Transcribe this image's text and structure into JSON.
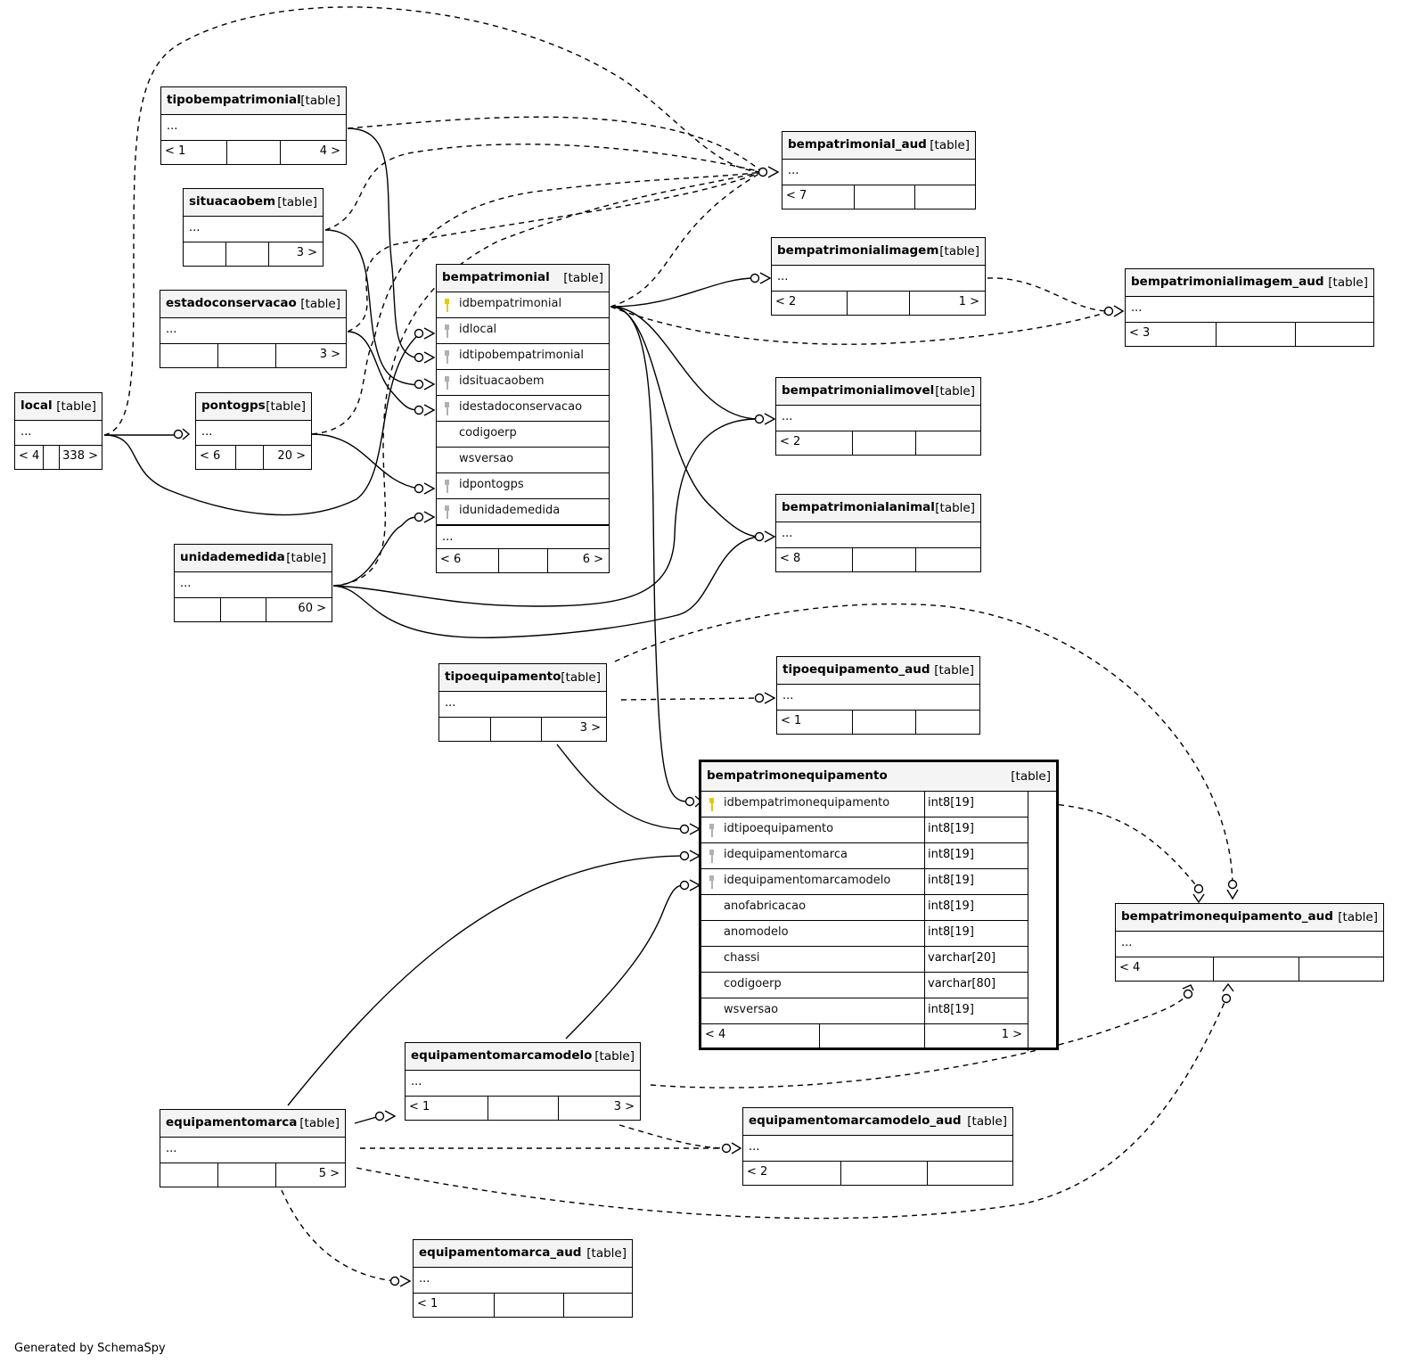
{
  "footer": "Generated by SchemaSpy",
  "tables": {
    "tipobempatrimonial": {
      "name": "tipobempatrimonial",
      "tag": "[table]",
      "ellipsis": "...",
      "left": "< 1",
      "right": "4 >"
    },
    "situacaobem": {
      "name": "situacaobem",
      "tag": "[table]",
      "ellipsis": "...",
      "left": "",
      "right": "3 >"
    },
    "estadoconservacao": {
      "name": "estadoconservacao",
      "tag": "[table]",
      "ellipsis": "...",
      "left": "",
      "right": "3 >"
    },
    "local": {
      "name": "local",
      "tag": "[table]",
      "ellipsis": "...",
      "left": "< 4",
      "right": "338 >"
    },
    "pontogps": {
      "name": "pontogps",
      "tag": "[table]",
      "ellipsis": "...",
      "left": "< 6",
      "right": "20 >"
    },
    "unidademedida": {
      "name": "unidademedida",
      "tag": "[table]",
      "ellipsis": "...",
      "left": "",
      "right": "60 >"
    },
    "bempatrimonial": {
      "name": "bempatrimonial",
      "tag": "[table]",
      "ellipsis": "...",
      "left": "< 6",
      "right": "6 >",
      "columns": [
        "idbempatrimonial",
        "idlocal",
        "idtipobempatrimonial",
        "idsituacaobem",
        "idestadoconservacao",
        "codigoerp",
        "wsversao",
        "idpontogps",
        "idunidademedida"
      ]
    },
    "bempatrimonial_aud": {
      "name": "bempatrimonial_aud",
      "tag": "[table]",
      "ellipsis": "...",
      "left": "< 7",
      "right": ""
    },
    "bempatrimonialimagem": {
      "name": "bempatrimonialimagem",
      "tag": "[table]",
      "ellipsis": "...",
      "left": "< 2",
      "right": "1 >"
    },
    "bempatrimonialimagem_aud": {
      "name": "bempatrimonialimagem_aud",
      "tag": "[table]",
      "ellipsis": "...",
      "left": "< 3",
      "right": ""
    },
    "bempatrimonialimovel": {
      "name": "bempatrimonialimovel",
      "tag": "[table]",
      "ellipsis": "...",
      "left": "< 2",
      "right": ""
    },
    "bempatrimonialanimal": {
      "name": "bempatrimonialanimal",
      "tag": "[table]",
      "ellipsis": "...",
      "left": "< 8",
      "right": ""
    },
    "tipoequipamento": {
      "name": "tipoequipamento",
      "tag": "[table]",
      "ellipsis": "...",
      "left": "",
      "right": "3 >"
    },
    "tipoequipamento_aud": {
      "name": "tipoequipamento_aud",
      "tag": "[table]",
      "ellipsis": "...",
      "left": "< 1",
      "right": ""
    },
    "bempatrimonequipamento": {
      "name": "bempatrimonequipamento",
      "tag": "[table]",
      "left": "< 4",
      "right": "1 >",
      "columns": [
        {
          "name": "idbempatrimonequipamento",
          "type": "int8[19]"
        },
        {
          "name": "idtipoequipamento",
          "type": "int8[19]"
        },
        {
          "name": "idequipamentomarca",
          "type": "int8[19]"
        },
        {
          "name": "idequipamentomarcamodelo",
          "type": "int8[19]"
        },
        {
          "name": "anofabricacao",
          "type": "int8[19]"
        },
        {
          "name": "anomodelo",
          "type": "int8[19]"
        },
        {
          "name": "chassi",
          "type": "varchar[20]"
        },
        {
          "name": "codigoerp",
          "type": "varchar[80]"
        },
        {
          "name": "wsversao",
          "type": "int8[19]"
        }
      ]
    },
    "bempatrimonequipamento_aud": {
      "name": "bempatrimonequipamento_aud",
      "tag": "[table]",
      "ellipsis": "...",
      "left": "< 4",
      "right": ""
    },
    "equipamentomarcamodelo": {
      "name": "equipamentomarcamodelo",
      "tag": "[table]",
      "ellipsis": "...",
      "left": "< 1",
      "right": "3 >"
    },
    "equipamentomarcamodelo_aud": {
      "name": "equipamentomarcamodelo_aud",
      "tag": "[table]",
      "ellipsis": "...",
      "left": "< 2",
      "right": ""
    },
    "equipamentomarca": {
      "name": "equipamentomarca",
      "tag": "[table]",
      "ellipsis": "...",
      "left": "",
      "right": "5 >"
    },
    "equipamentomarca_aud": {
      "name": "equipamentomarca_aud",
      "tag": "[table]",
      "ellipsis": "...",
      "left": "< 1",
      "right": ""
    }
  }
}
